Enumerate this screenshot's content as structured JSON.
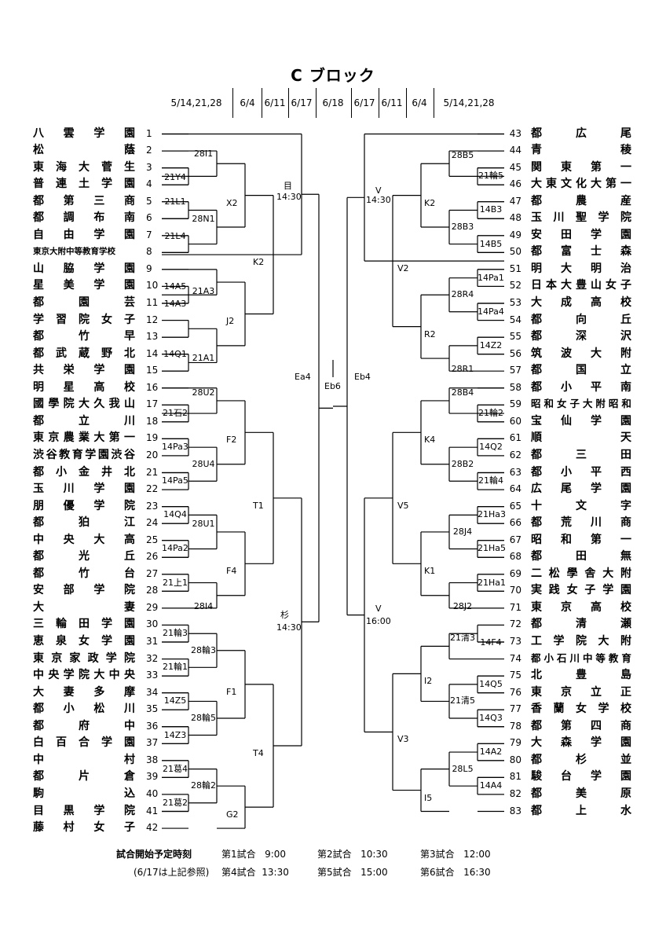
{
  "title": "C ブロック",
  "dates_left": [
    "5/14,21,28",
    "6/4",
    "6/11",
    "6/17",
    "6/18"
  ],
  "dates_right": [
    "6/17",
    "6/11",
    "6/4",
    "5/14,21,28"
  ],
  "left_teams": [
    {
      "n": "1",
      "name": "八雲学園"
    },
    {
      "n": "2",
      "name": "松蔭"
    },
    {
      "n": "3",
      "name": "東海大菅生"
    },
    {
      "n": "4",
      "name": "普連土学園"
    },
    {
      "n": "5",
      "name": "都第三商"
    },
    {
      "n": "6",
      "name": "都調布南"
    },
    {
      "n": "7",
      "name": "自由学園"
    },
    {
      "n": "8",
      "name": "東京大附中等教育学校"
    },
    {
      "n": "9",
      "name": "山脇学園"
    },
    {
      "n": "10",
      "name": "星美学園"
    },
    {
      "n": "11",
      "name": "都園芸"
    },
    {
      "n": "12",
      "name": "学習院女子"
    },
    {
      "n": "13",
      "name": "都竹早"
    },
    {
      "n": "14",
      "name": "都武蔵野北"
    },
    {
      "n": "15",
      "name": "共栄学園"
    },
    {
      "n": "16",
      "name": "明星高校"
    },
    {
      "n": "17",
      "name": "國學院大久我山"
    },
    {
      "n": "18",
      "name": "都立川"
    },
    {
      "n": "19",
      "name": "東京農業大第一"
    },
    {
      "n": "20",
      "name": "渋谷教育学園渋谷"
    },
    {
      "n": "21",
      "name": "都小金井北"
    },
    {
      "n": "22",
      "name": "玉川学園"
    },
    {
      "n": "23",
      "name": "朋優学院"
    },
    {
      "n": "24",
      "name": "都狛江"
    },
    {
      "n": "25",
      "name": "中央大高"
    },
    {
      "n": "26",
      "name": "都光丘"
    },
    {
      "n": "27",
      "name": "都竹台"
    },
    {
      "n": "28",
      "name": "安部学院"
    },
    {
      "n": "29",
      "name": "大妻"
    },
    {
      "n": "30",
      "name": "三輪田学園"
    },
    {
      "n": "31",
      "name": "恵泉女学園"
    },
    {
      "n": "32",
      "name": "東京家政学院"
    },
    {
      "n": "33",
      "name": "中央学院大中央"
    },
    {
      "n": "34",
      "name": "大妻多摩"
    },
    {
      "n": "35",
      "name": "都小松川"
    },
    {
      "n": "36",
      "name": "都府中"
    },
    {
      "n": "37",
      "name": "白百合学園"
    },
    {
      "n": "38",
      "name": "中村"
    },
    {
      "n": "39",
      "name": "都片倉"
    },
    {
      "n": "40",
      "name": "駒込"
    },
    {
      "n": "41",
      "name": "目黒学院"
    },
    {
      "n": "42",
      "name": "藤村女子"
    }
  ],
  "right_teams": [
    {
      "n": "43",
      "name": "都広尾"
    },
    {
      "n": "44",
      "name": "青稜"
    },
    {
      "n": "45",
      "name": "関東第一"
    },
    {
      "n": "46",
      "name": "大東文化大第一"
    },
    {
      "n": "47",
      "name": "都農産"
    },
    {
      "n": "48",
      "name": "玉川聖学院"
    },
    {
      "n": "49",
      "name": "安田学園"
    },
    {
      "n": "50",
      "name": "都富士森"
    },
    {
      "n": "51",
      "name": "明大明治"
    },
    {
      "n": "52",
      "name": "日本大豊山女子"
    },
    {
      "n": "53",
      "name": "大成高校"
    },
    {
      "n": "54",
      "name": "都向丘"
    },
    {
      "n": "55",
      "name": "都深沢"
    },
    {
      "n": "56",
      "name": "筑波大附"
    },
    {
      "n": "57",
      "name": "都国立"
    },
    {
      "n": "58",
      "name": "都小平南"
    },
    {
      "n": "59",
      "name": "昭和女子大附昭和"
    },
    {
      "n": "60",
      "name": "宝仙学園"
    },
    {
      "n": "61",
      "name": "順天"
    },
    {
      "n": "62",
      "name": "都三田"
    },
    {
      "n": "63",
      "name": "都小平西"
    },
    {
      "n": "64",
      "name": "広尾学園"
    },
    {
      "n": "65",
      "name": "十文字"
    },
    {
      "n": "66",
      "name": "都荒川商"
    },
    {
      "n": "67",
      "name": "昭和第一"
    },
    {
      "n": "68",
      "name": "都田無"
    },
    {
      "n": "69",
      "name": "二松學舎大附"
    },
    {
      "n": "70",
      "name": "実践女子学園"
    },
    {
      "n": "71",
      "name": "東京高校"
    },
    {
      "n": "72",
      "name": "都清瀬"
    },
    {
      "n": "73",
      "name": "工学院大附"
    },
    {
      "n": "74",
      "name": "都小石川中等教育"
    },
    {
      "n": "75",
      "name": "北豊島"
    },
    {
      "n": "76",
      "name": "東京立正"
    },
    {
      "n": "77",
      "name": "香蘭女学校"
    },
    {
      "n": "78",
      "name": "都第四商"
    },
    {
      "n": "79",
      "name": "大森学園"
    },
    {
      "n": "80",
      "name": "都杉並"
    },
    {
      "n": "81",
      "name": "駿台学園"
    },
    {
      "n": "82",
      "name": "都美原"
    },
    {
      "n": "83",
      "name": "都上水"
    }
  ],
  "match_labels": {
    "l_28I1": "28I1",
    "l_21Y4": "21Y4",
    "l_21L1": "21L1",
    "l_28N1": "28N1",
    "l_21L4": "21L4",
    "l_14A5": "14A5",
    "l_21A3": "21A3",
    "l_14A3": "14A3",
    "l_14Q1": "14Q1",
    "l_21A1": "21A1",
    "l_28U2": "28U2",
    "l_21ishi2": "21石2",
    "l_14Pa3": "14Pa3",
    "l_28U4": "28U4",
    "l_14Pa5": "14Pa5",
    "l_14Q4": "14Q4",
    "l_28U1": "28U1",
    "l_14Pa2": "14Pa2",
    "l_21ue1": "21上1",
    "l_28I4": "28I4",
    "l_21wa3": "21輪3",
    "l_28wa3": "28輪3",
    "l_21wa1": "21輪1",
    "l_14Z5": "14Z5",
    "l_28wa5": "28輪5",
    "l_14Z3": "14Z3",
    "l_21katsu4": "21葛4",
    "l_28wa2": "28輪2",
    "l_21katsu2": "21葛2",
    "l_X2": "X2",
    "l_J2": "J2",
    "l_K2L": "K2",
    "l_F2": "F2",
    "l_F4": "F4",
    "l_T1": "T1",
    "l_F1": "F1",
    "l_G2": "G2",
    "l_T4": "T4",
    "l_me": "目",
    "l_me_time": "14:30",
    "l_sugi": "杉",
    "l_sugi_time": "14:30",
    "l_Ea4": "Ea4",
    "l_Eb6": "Eb6",
    "l_Eb4": "Eb4",
    "r_28B5": "28B5",
    "r_21wa5": "21輪5",
    "r_14B3": "14B3",
    "r_28B3": "28B3",
    "r_14B5": "14B5",
    "r_14Pa1": "14Pa1",
    "r_28R4": "28R4",
    "r_14Pa4": "14Pa4",
    "r_14Z2": "14Z2",
    "r_28R1": "28R1",
    "r_28B4": "28B4",
    "r_21wa2": "21輪2",
    "r_14Q2": "14Q2",
    "r_28B2": "28B2",
    "r_21wa4": "21輪4",
    "r_21Ha3": "21Ha3",
    "r_28J4": "28J4",
    "r_21Ha5": "21Ha5",
    "r_21Ha1": "21Ha1",
    "r_28J2": "28J2",
    "r_21kiyo3": "21清3",
    "r_14F4": "14F4",
    "r_14Q5": "14Q5",
    "r_21kiyo5": "21清5",
    "r_14Q3": "14Q3",
    "r_14A2": "14A2",
    "r_28L5": "28L5",
    "r_14A4": "14A4",
    "r_K2": "K2",
    "r_R2": "R2",
    "r_V2": "V2",
    "r_K4": "K4",
    "r_K1": "K1",
    "r_V5": "V5",
    "r_I2": "I2",
    "r_I5": "I5",
    "r_V3": "V3",
    "r_V_top": "V",
    "r_V_top_time": "14:30",
    "r_V_bot": "V",
    "r_V_bot_time": "16:00"
  },
  "footer": {
    "heading": "試合開始予定時刻",
    "note": "(6/17は上記参照)",
    "row1": [
      {
        "label": "第1試合",
        "time": "9:00"
      },
      {
        "label": "第2試合",
        "time": "10:30"
      },
      {
        "label": "第3試合",
        "time": "12:00"
      }
    ],
    "row2": [
      {
        "label": "第4試合",
        "time": "13:30"
      },
      {
        "label": "第5試合",
        "time": "15:00"
      },
      {
        "label": "第6試合",
        "time": "16:30"
      }
    ]
  }
}
